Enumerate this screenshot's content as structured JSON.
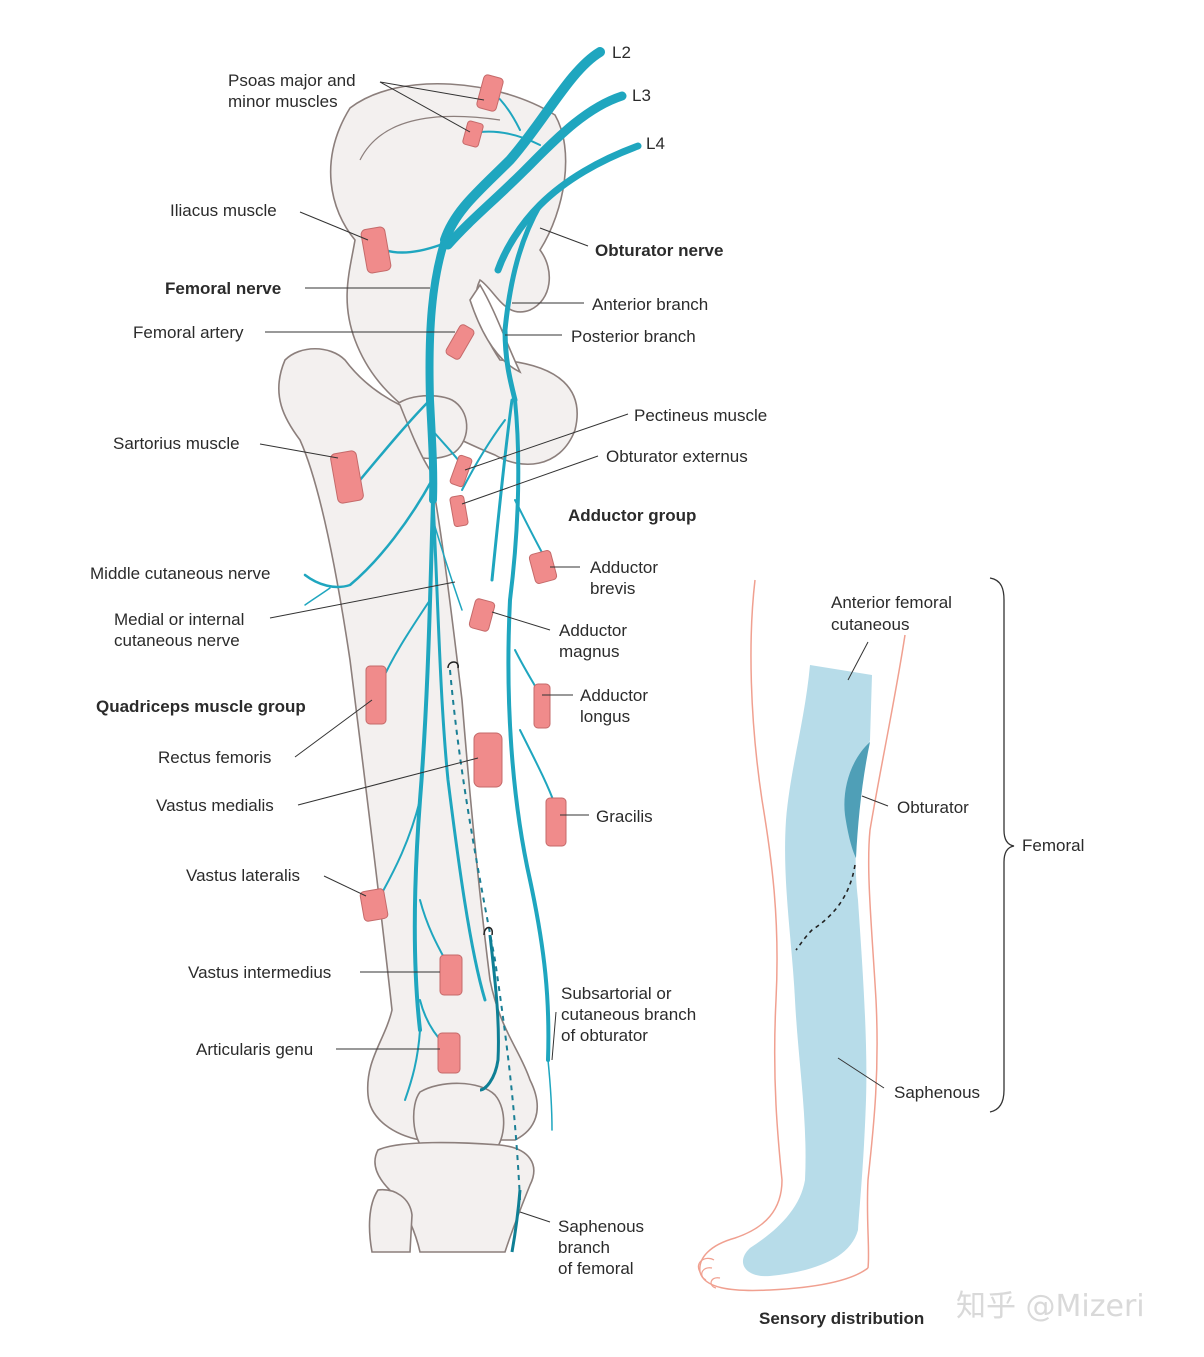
{
  "colors": {
    "nerve": "#1fa6bf",
    "nerve_dark": "#0e7f95",
    "bone_fill": "#f3f0ef",
    "bone_stroke": "#8c7f7c",
    "muscle": "#f08b8b",
    "skin_outline": "#f0a090",
    "sensory_fill": "#b7dce9",
    "obturator_zone": "#4f9fb7"
  },
  "roots": {
    "l2": "L2",
    "l3": "L3",
    "l4": "L4"
  },
  "labels": {
    "psoas_1": "Psoas major and",
    "psoas_2": "minor muscles",
    "iliacus": "Iliacus muscle",
    "femoral_nerve": "Femoral nerve",
    "femoral_artery": "Femoral artery",
    "sartorius": "Sartorius muscle",
    "middle_cut": "Middle cutaneous nerve",
    "medial_cut_1": "Medial or internal",
    "medial_cut_2": "cutaneous nerve",
    "quadriceps": "Quadriceps muscle group",
    "rectus": "Rectus femoris",
    "vastus_medialis": "Vastus medialis",
    "vastus_lateralis": "Vastus lateralis",
    "vastus_intermedius": "Vastus intermedius",
    "articularis": "Articularis genu",
    "obturator_nerve": "Obturator nerve",
    "anterior_branch": "Anterior branch",
    "posterior_branch": "Posterior branch",
    "pectineus": "Pectineus muscle",
    "obturator_externus": "Obturator externus",
    "adductor_group": "Adductor group",
    "adductor_brevis_1": "Adductor",
    "adductor_brevis_2": "brevis",
    "adductor_magnus_1": "Adductor",
    "adductor_magnus_2": "magnus",
    "adductor_longus_1": "Adductor",
    "adductor_longus_2": "longus",
    "gracilis": "Gracilis",
    "subsartorial_1": "Subsartorial or",
    "subsartorial_2": "cutaneous branch",
    "subsartorial_3": "of obturator",
    "saphenous_branch_1": "Saphenous",
    "saphenous_branch_2": "branch",
    "saphenous_branch_3": "of femoral"
  },
  "sensory": {
    "anterior_fem_1": "Anterior femoral",
    "anterior_fem_2": "cutaneous",
    "obturator": "Obturator",
    "femoral": "Femoral",
    "saphenous": "Saphenous",
    "title": "Sensory distribution"
  },
  "watermark": "知乎 @Mizeri"
}
